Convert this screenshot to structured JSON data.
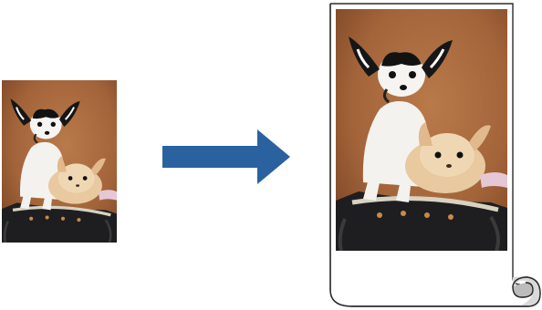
{
  "diagram": {
    "kind": "print-enlargement-illustration",
    "elements": [
      {
        "id": "original-photo",
        "icon": "photo-of-two-chihuahuas"
      },
      {
        "id": "enlarge-arrow",
        "icon": "right-arrow",
        "color": "#2a62a0"
      },
      {
        "id": "roll-paper",
        "icon": "paper-roll"
      },
      {
        "id": "enlarged-print",
        "icon": "photo-of-two-chihuahuas"
      }
    ],
    "colors": {
      "arrow": "#2a62a0",
      "background_brown": "#a5683f",
      "paper_outline": "#2b2b2b"
    }
  }
}
